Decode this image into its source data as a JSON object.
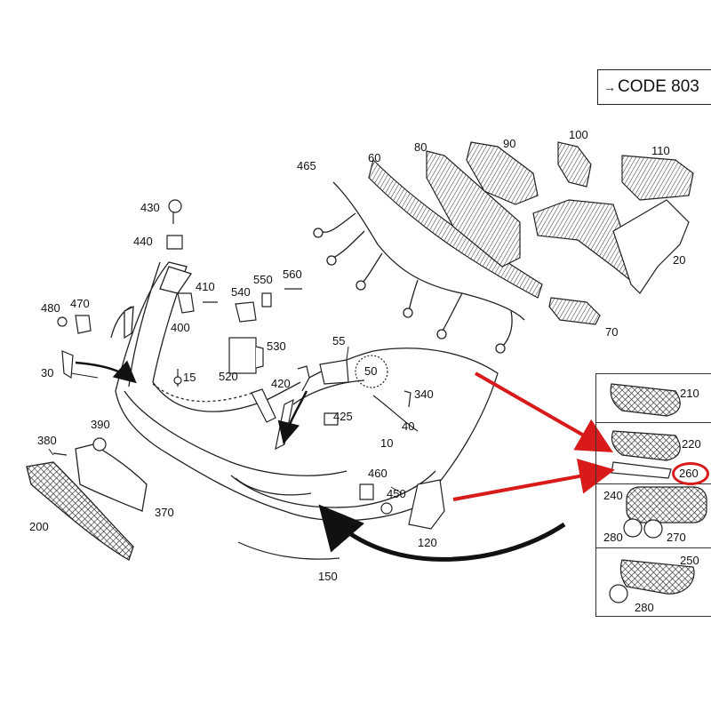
{
  "code_box": {
    "arrow": "→",
    "text": "CODE 803"
  },
  "labels": {
    "p10": "10",
    "p15": "15",
    "p20": "20",
    "p30": "30",
    "p40": "40",
    "p50": "50",
    "p55": "55",
    "p60": "60",
    "p70": "70",
    "p80": "80",
    "p90": "90",
    "p100": "100",
    "p110": "110",
    "p120": "120",
    "p150": "150",
    "p200": "200",
    "p210": "210",
    "p220": "220",
    "p240": "240",
    "p250": "250",
    "p260": "260",
    "p270": "270",
    "p280a": "280",
    "p280b": "280",
    "p340": "340",
    "p370": "370",
    "p380": "380",
    "p390": "390",
    "p400": "400",
    "p410": "410",
    "p420": "420",
    "p425": "425",
    "p430": "430",
    "p440": "440",
    "p450": "450",
    "p460": "460",
    "p465": "465",
    "p470": "470",
    "p480": "480",
    "p520": "520",
    "p530": "530",
    "p540": "540",
    "p550": "550",
    "p560": "560"
  },
  "colors": {
    "arrow_red": "#d81a1a",
    "arrow_black": "#111111",
    "line": "#222222"
  }
}
